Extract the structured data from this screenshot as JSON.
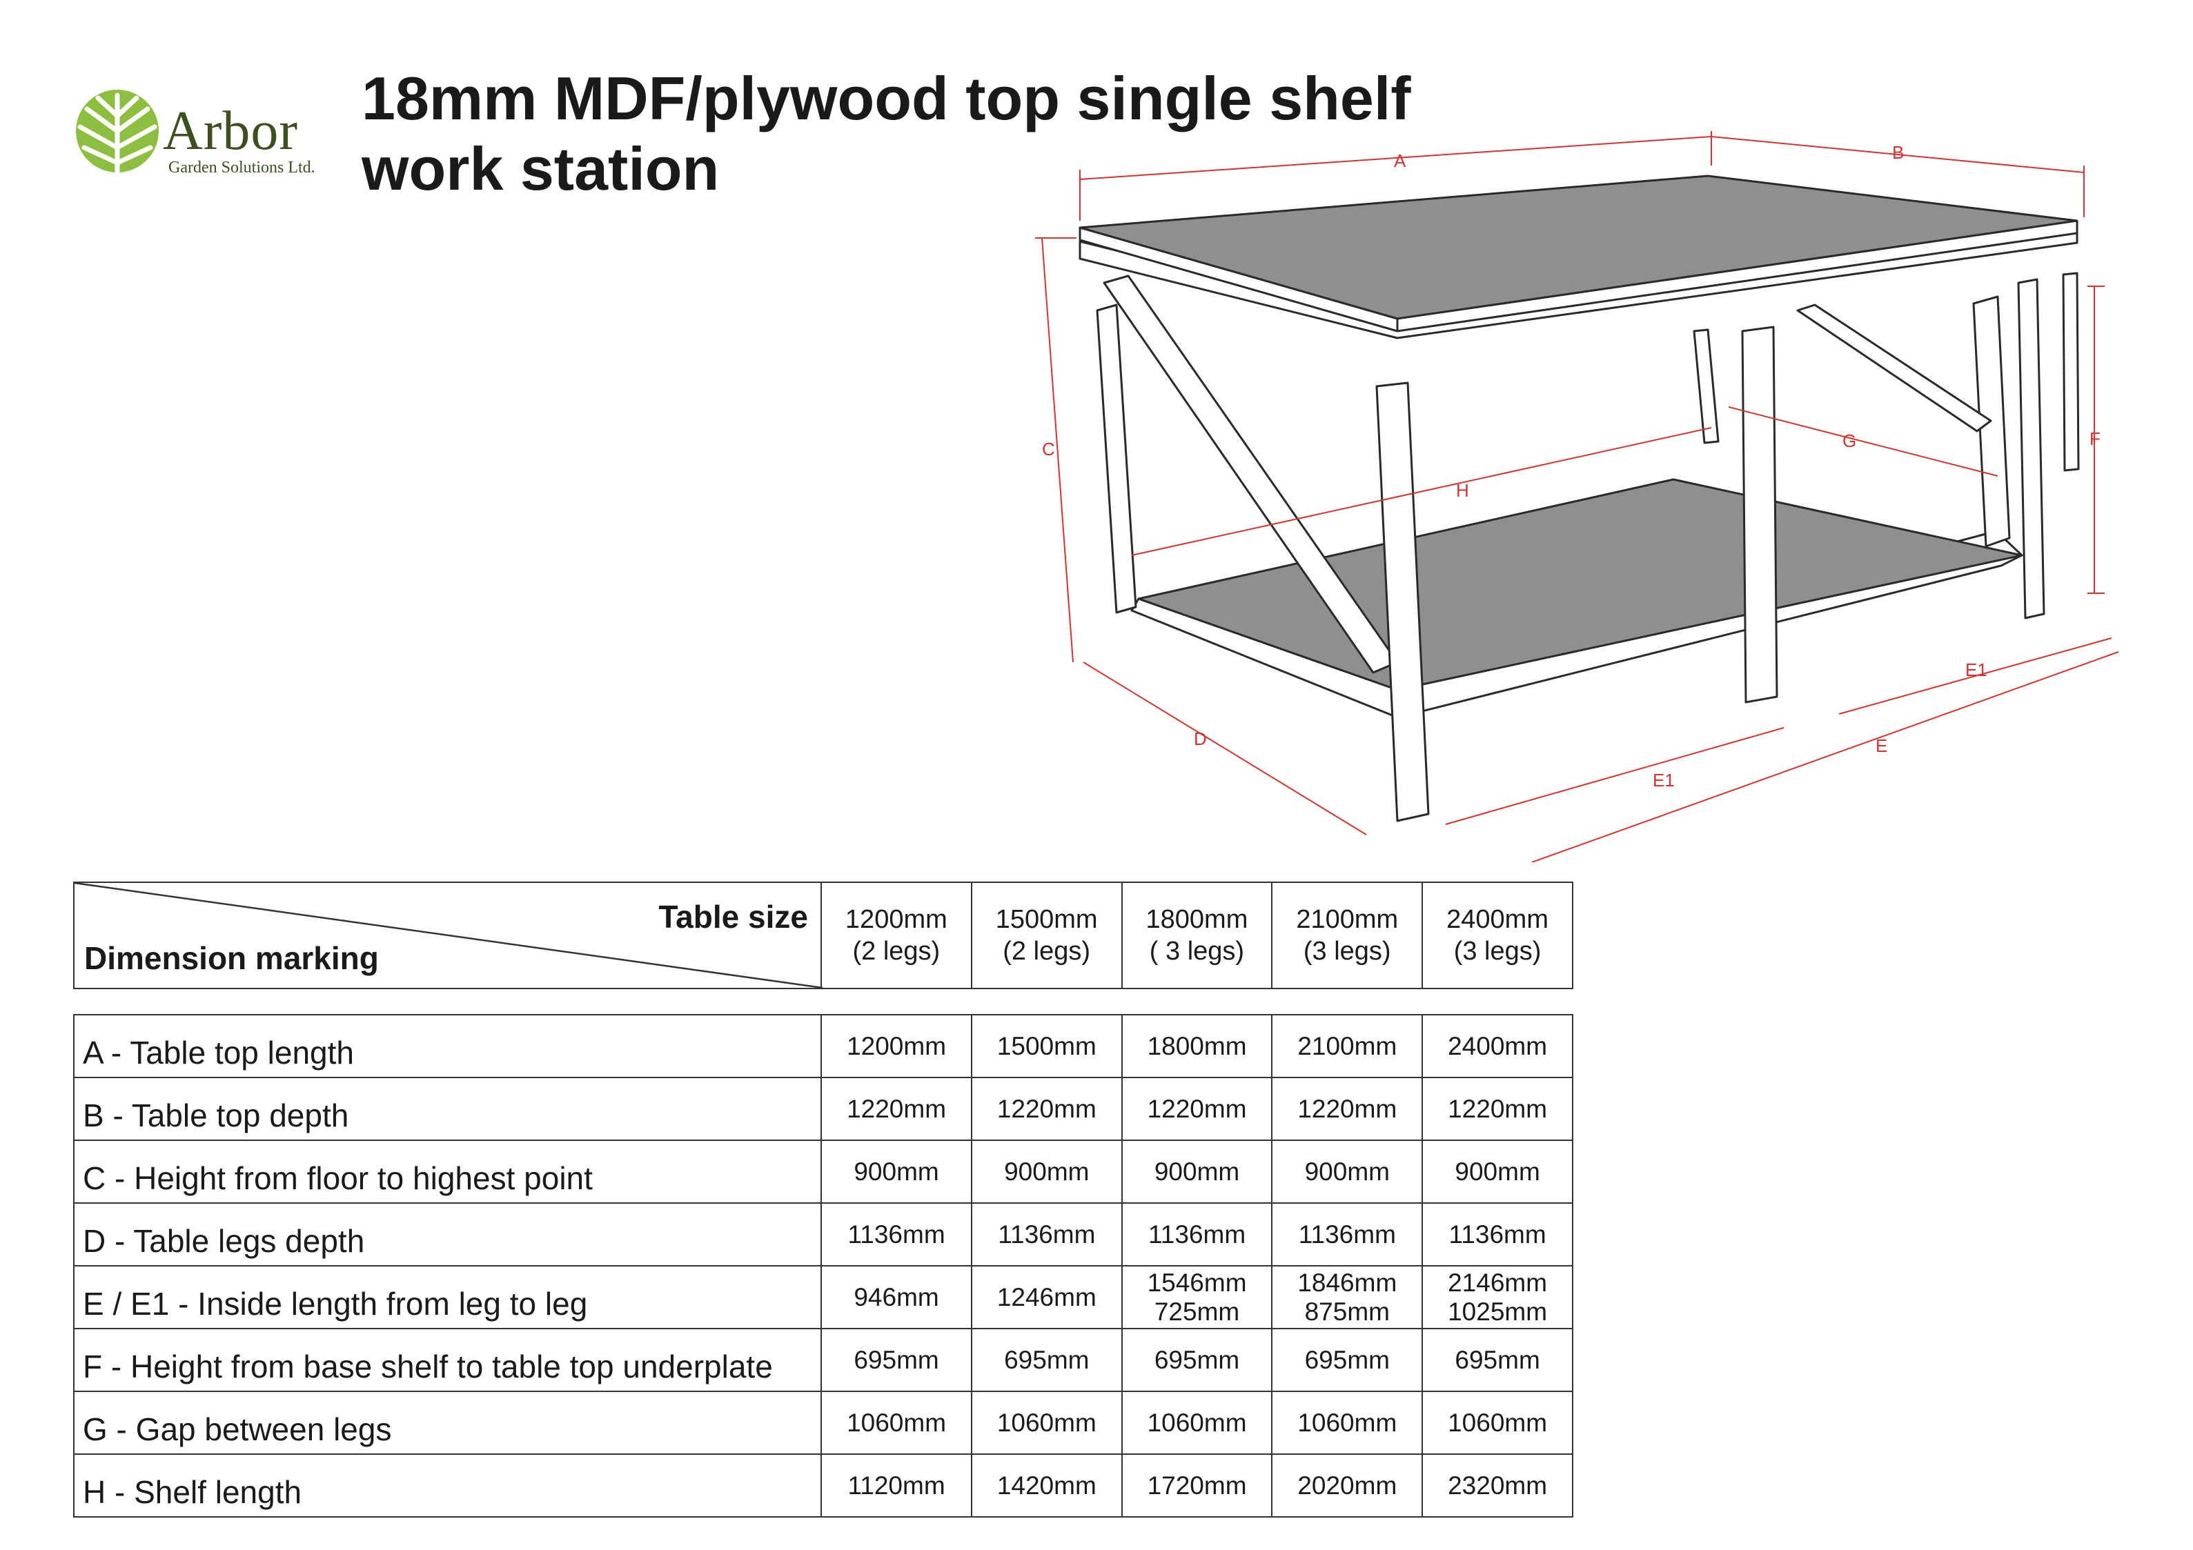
{
  "brand": {
    "name": "Arbor",
    "subtitle": "Garden Solutions Ltd.",
    "color": "#3d4f1f",
    "leaf_color": "#8cbf3f"
  },
  "title": {
    "line1": "18mm MDF/plywood top single shelf",
    "line2": "work station"
  },
  "drawing": {
    "dimension_labels": [
      "A",
      "B",
      "C",
      "D",
      "E",
      "E1",
      "E1",
      "F",
      "G",
      "H"
    ],
    "dimension_color": "#d6322f",
    "top_color": "#8f8f8f"
  },
  "table": {
    "corner_top": "Table size",
    "corner_bottom": "Dimension marking",
    "sizes": [
      {
        "size": "1200mm",
        "legs": "(2 legs)"
      },
      {
        "size": "1500mm",
        "legs": "(2 legs)"
      },
      {
        "size": "1800mm",
        "legs": "( 3 legs)"
      },
      {
        "size": "2100mm",
        "legs": "(3 legs)"
      },
      {
        "size": "2400mm",
        "legs": "(3 legs)"
      }
    ],
    "rows": [
      {
        "label": "A - Table top length",
        "values": [
          [
            "1200mm"
          ],
          [
            "1500mm"
          ],
          [
            "1800mm"
          ],
          [
            "2100mm"
          ],
          [
            "2400mm"
          ]
        ]
      },
      {
        "label": "B - Table top depth",
        "values": [
          [
            "1220mm"
          ],
          [
            "1220mm"
          ],
          [
            "1220mm"
          ],
          [
            "1220mm"
          ],
          [
            "1220mm"
          ]
        ]
      },
      {
        "label": "C - Height from floor to highest point",
        "values": [
          [
            "900mm"
          ],
          [
            "900mm"
          ],
          [
            "900mm"
          ],
          [
            "900mm"
          ],
          [
            "900mm"
          ]
        ]
      },
      {
        "label": "D - Table legs depth",
        "values": [
          [
            "1136mm"
          ],
          [
            "1136mm"
          ],
          [
            "1136mm"
          ],
          [
            "1136mm"
          ],
          [
            "1136mm"
          ]
        ]
      },
      {
        "label": "E / E1 - Inside length from leg to leg",
        "values": [
          [
            "946mm"
          ],
          [
            "1246mm"
          ],
          [
            "1546mm",
            "725mm"
          ],
          [
            "1846mm",
            "875mm"
          ],
          [
            "2146mm",
            "1025mm"
          ]
        ]
      },
      {
        "label": "F - Height from base shelf to table top underplate",
        "values": [
          [
            "695mm"
          ],
          [
            "695mm"
          ],
          [
            "695mm"
          ],
          [
            "695mm"
          ],
          [
            "695mm"
          ]
        ]
      },
      {
        "label": "G - Gap between legs",
        "values": [
          [
            "1060mm"
          ],
          [
            "1060mm"
          ],
          [
            "1060mm"
          ],
          [
            "1060mm"
          ],
          [
            "1060mm"
          ]
        ]
      },
      {
        "label": "H - Shelf length",
        "values": [
          [
            "1120mm"
          ],
          [
            "1420mm"
          ],
          [
            "1720mm"
          ],
          [
            "2020mm"
          ],
          [
            "2320mm"
          ]
        ]
      }
    ]
  }
}
